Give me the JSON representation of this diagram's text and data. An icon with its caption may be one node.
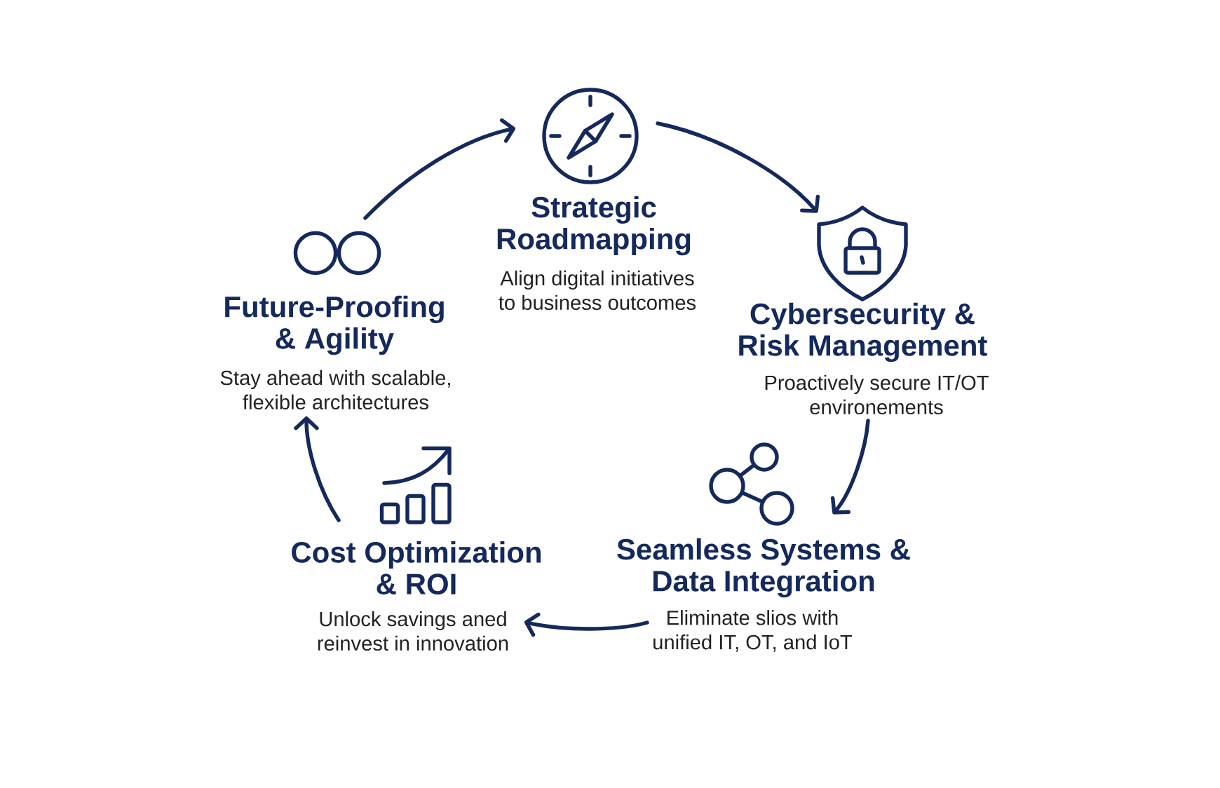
{
  "diagram": {
    "nodes": [
      {
        "text": [
          "Strategic Roadmapping",
          "Align digital initiatives to business outcomes"
        ]
      },
      {
        "text": [
          "Cybersecurity & Risk Management",
          "Proactively secure IT/OT environements"
        ]
      },
      {
        "text": [
          "Seamless Systems & Data Integration",
          "Eliminate slios with unified IT, OT, and IoT"
        ]
      },
      {
        "text": [
          "Cost Optimization & ROI",
          "Unlock savings aned reinvest in innovation"
        ]
      },
      {
        "text": [
          "Future-Proofing & Agility",
          "Stay ahead with scalable, flexible architectures"
        ]
      }
    ],
    "edges": [
      {
        "from": 0,
        "to": 1,
        "arrow": "to"
      },
      {
        "from": 1,
        "to": 2,
        "arrow": "to"
      },
      {
        "from": 2,
        "to": 3,
        "arrow": "to"
      },
      {
        "from": 3,
        "to": 4,
        "arrow": "to"
      },
      {
        "from": 4,
        "to": 0,
        "arrow": "to"
      }
    ]
  }
}
